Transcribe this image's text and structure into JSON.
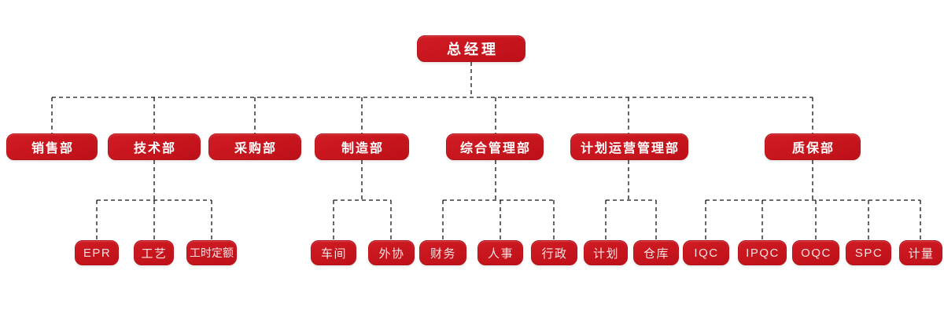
{
  "org": {
    "root": {
      "label": "总经理"
    },
    "departments": [
      {
        "label": "销售部",
        "children": []
      },
      {
        "label": "技术部",
        "children": [
          "EPR",
          "工艺",
          "工时定额"
        ]
      },
      {
        "label": "采购部",
        "children": []
      },
      {
        "label": "制造部",
        "children": [
          "车间",
          "外协"
        ]
      },
      {
        "label": "综合管理部",
        "children": [
          "财务",
          "人事",
          "行政"
        ]
      },
      {
        "label": "计划运营管理部",
        "children": [
          "计划",
          "仓库"
        ]
      },
      {
        "label": "质保部",
        "children": [
          "IQC",
          "IPQC",
          "OQC",
          "SPC",
          "计量"
        ]
      }
    ]
  },
  "colors": {
    "node_red": "#c9161e",
    "node_border": "#b5121a",
    "connector_line": "#141414",
    "node_text": "#ffffff"
  }
}
